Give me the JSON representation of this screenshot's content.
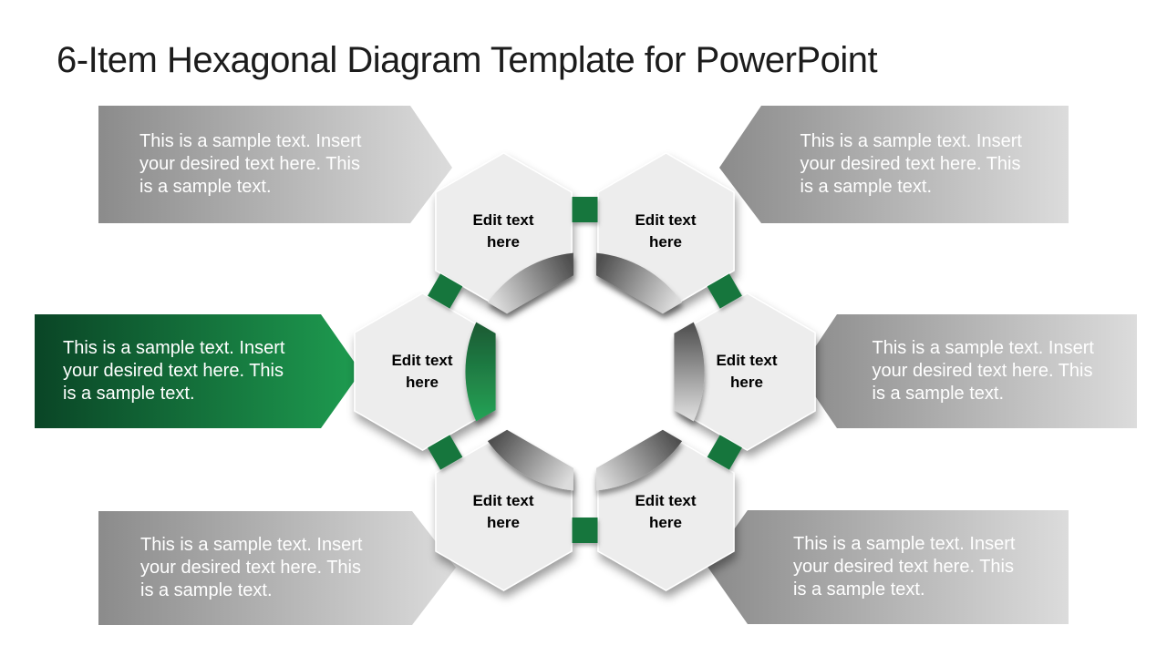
{
  "title": "6-Item Hexagonal Diagram Template for PowerPoint",
  "hexagons": [
    {
      "position": "top-left",
      "label": "Edit text here"
    },
    {
      "position": "top-right",
      "label": "Edit text here"
    },
    {
      "position": "middle-left",
      "label": "Edit text here"
    },
    {
      "position": "middle-right",
      "label": "Edit text here"
    },
    {
      "position": "bottom-left",
      "label": "Edit text here"
    },
    {
      "position": "bottom-right",
      "label": "Edit text here"
    }
  ],
  "banners": [
    {
      "position": "top-left",
      "text": "This is a sample text. Insert your desired text here. This is a sample text."
    },
    {
      "position": "top-right",
      "text": "This is a sample text. Insert your desired text here. This is a sample text."
    },
    {
      "position": "middle-left",
      "text": "This is a sample text. Insert your desired text here. This is a sample text."
    },
    {
      "position": "middle-right",
      "text": "This is a sample text. Insert your desired text here. This is a sample text."
    },
    {
      "position": "bottom-left",
      "text": "This is a sample text. Insert your desired text here. This is a sample text."
    },
    {
      "position": "bottom-right",
      "text": "This is a sample text. Insert your desired text here. This is a sample text."
    }
  ],
  "colors": {
    "background": "#FFFFFF",
    "title_text": "#1C1C1C",
    "hexagon_fill": "#EDEDED",
    "hexagon_label_text": "#000000",
    "banner_text": "#FFFFFF",
    "banner_gray_dark": "#8B8B8B",
    "banner_gray_light": "#DCDCDC",
    "banner_green_dark": "#0A4526",
    "banner_green_light": "#1E9C50",
    "ring_gray_dark": "#4F4F4F",
    "ring_gray_light": "#DCDCDC",
    "ring_green_dark": "#1B5A33",
    "ring_green_light": "#24A356",
    "connector_green": "#17763C"
  }
}
